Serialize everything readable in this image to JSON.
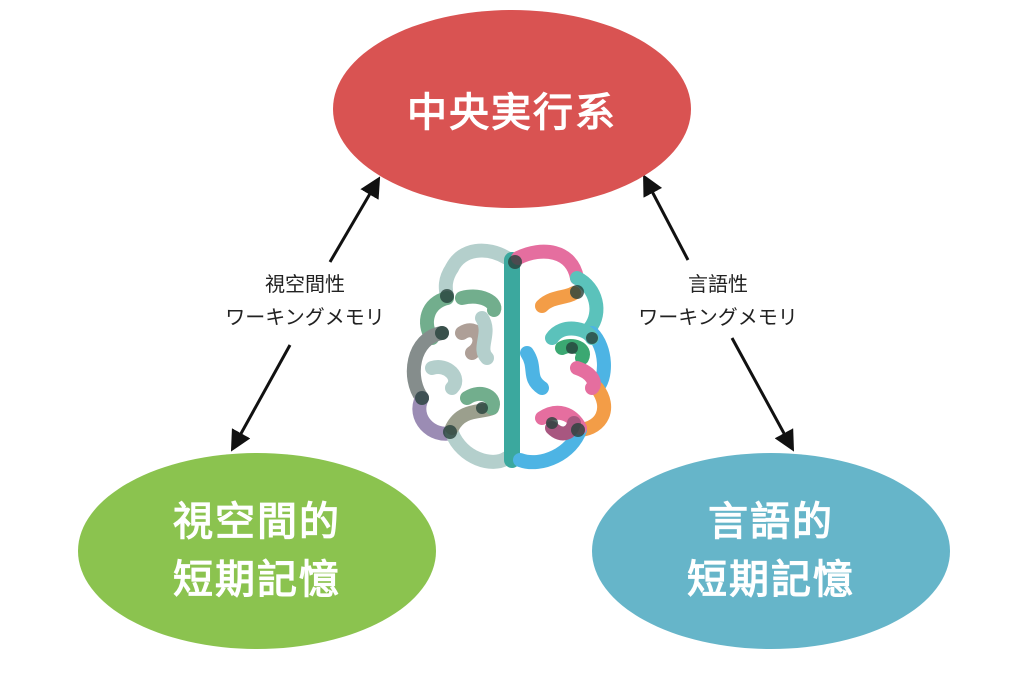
{
  "nodes": {
    "central": {
      "label": "中央実行系",
      "color": "#d95352"
    },
    "visuo": {
      "line1": "視空間的",
      "line2": "短期記憶",
      "color": "#8bc34f"
    },
    "verbal": {
      "line1": "言語的",
      "line2": "短期記憶",
      "color": "#66b5c9"
    }
  },
  "edges": {
    "left": {
      "line1": "視空間性",
      "line2": "ワーキングメモリ"
    },
    "right": {
      "line1": "言語性",
      "line2": "ワーキングメモリ"
    }
  },
  "icons": {
    "center": "brain-icon"
  },
  "colors": {
    "arrow": "#111111",
    "brain_spine": "#1a9a8e"
  }
}
